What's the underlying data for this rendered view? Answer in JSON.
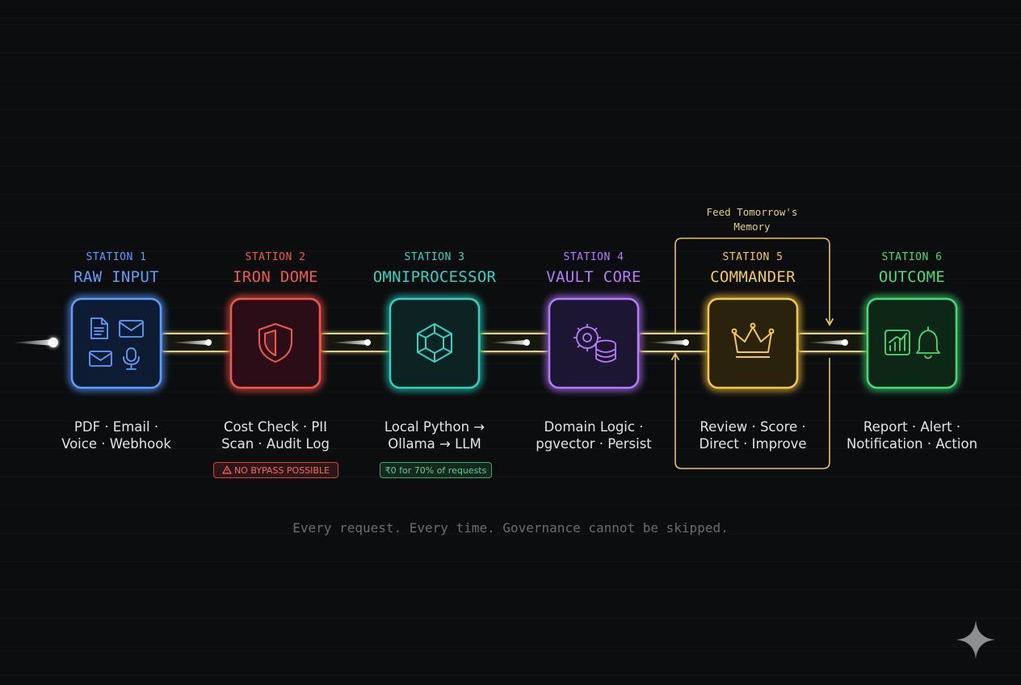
{
  "colors": {
    "background": "#0c0d0f",
    "connector": "#e2d27a",
    "feedback": "#e8c25a"
  },
  "stations": [
    {
      "label": "STATION 1",
      "title": "RAW INPUT",
      "color": "#5f9dff",
      "icons": [
        "document-icon",
        "email-icon",
        "email-open-icon",
        "microphone-icon"
      ],
      "desc_line1": "PDF · Email ·",
      "desc_line2": "Voice · Webhook"
    },
    {
      "label": "STATION 2",
      "title": "IRON DOME",
      "color": "#f0594d",
      "icons": [
        "shield-icon"
      ],
      "desc_line1": "Cost Check · PII",
      "desc_line2": "Scan · Audit Log"
    },
    {
      "label": "STATION 3",
      "title": "OMNIPROCESSOR",
      "color": "#36d1c0",
      "icons": [
        "hexagon-icon"
      ],
      "desc_line1": "Local Python →",
      "desc_line2": "Ollama → LLM"
    },
    {
      "label": "STATION 4",
      "title": "VAULT CORE",
      "color": "#b57bff",
      "icons": [
        "gear-database-icon"
      ],
      "desc_line1": "Domain Logic ·",
      "desc_line2": "pgvector · Persist"
    },
    {
      "label": "STATION 5",
      "title": "COMMANDER",
      "color": "#f5c84c",
      "icons": [
        "crown-icon"
      ],
      "desc_line1": "Review · Score ·",
      "desc_line2": "Direct · Improve"
    },
    {
      "label": "STATION 6",
      "title": "OUTCOME",
      "color": "#46dc78",
      "icons": [
        "chart-icon",
        "bell-icon"
      ],
      "desc_line1": "Report · Alert ·",
      "desc_line2": "Notification · Action"
    }
  ],
  "badges": {
    "iron_dome": {
      "text": "NO BYPASS POSSIBLE",
      "icon": "warning-icon"
    },
    "omniprocessor": {
      "text": "₹0 for 70% of requests"
    }
  },
  "feedback": {
    "line1": "Feed Tomorrow's",
    "line2": "Memory"
  },
  "footer": "Every request. Every time. Governance cannot be skipped.",
  "watermark_icon": "sparkle-icon"
}
